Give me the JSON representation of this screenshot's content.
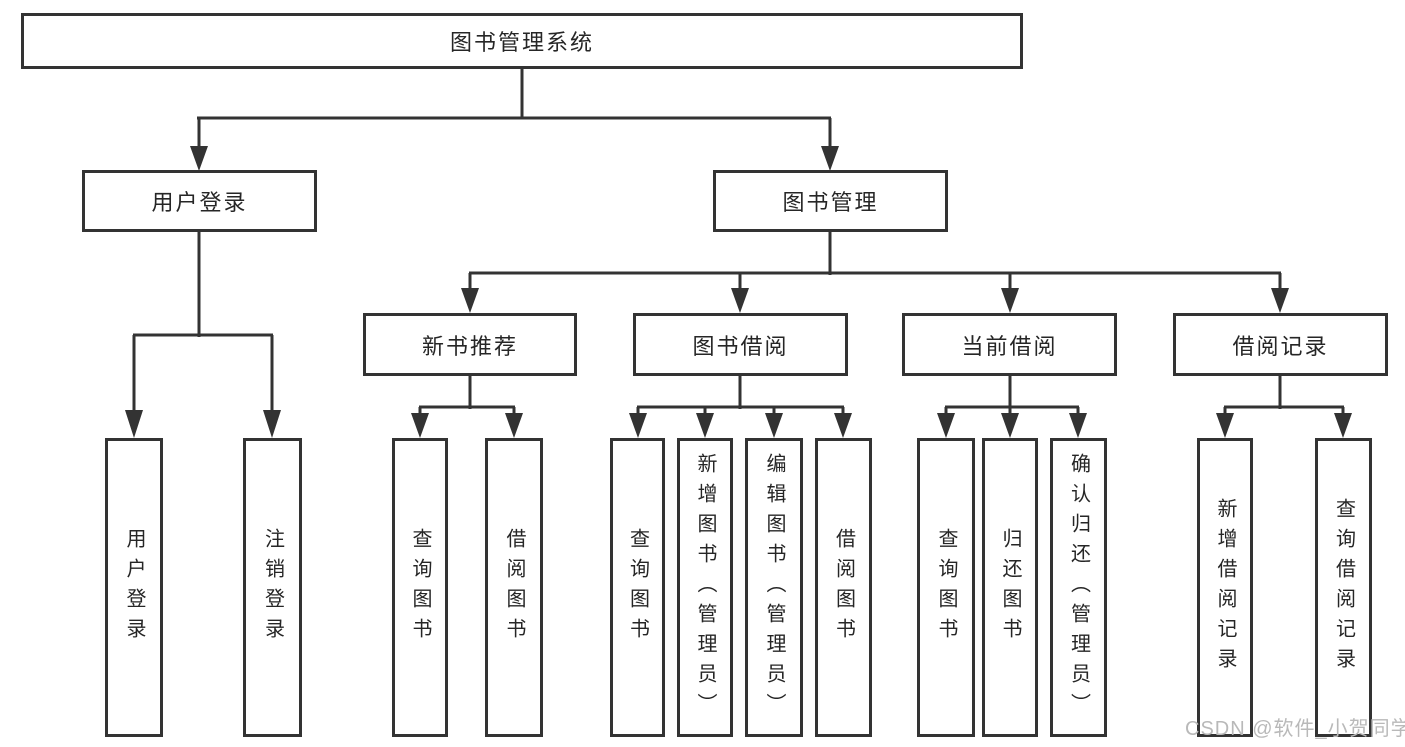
{
  "diagram": {
    "root_label": "图书管理系统",
    "level2": {
      "user_login": "用户登录",
      "book_mgmt": "图书管理"
    },
    "level3": {
      "new_books": "新书推荐",
      "book_borrow": "图书借阅",
      "current_borrow": "当前借阅",
      "borrow_records": "借阅记录"
    },
    "leaves": {
      "user_login": [
        "用户登录",
        "注销登录"
      ],
      "new_books": [
        "查询图书",
        "借阅图书"
      ],
      "book_borrow": [
        "查询图书",
        "新增图书（管理员）",
        "编辑图书（管理员）",
        "借阅图书"
      ],
      "current_borrow": [
        "查询图书",
        "归还图书",
        "确认归还（管理员）"
      ],
      "borrow_records": [
        "新增借阅记录",
        "查询借阅记录"
      ]
    }
  },
  "watermark": {
    "text": "CSDN @软件_小贺同学",
    "color": "#b9b9b9"
  },
  "colors": {
    "line": "#333333",
    "text": "#262626",
    "background": "#ffffff"
  }
}
